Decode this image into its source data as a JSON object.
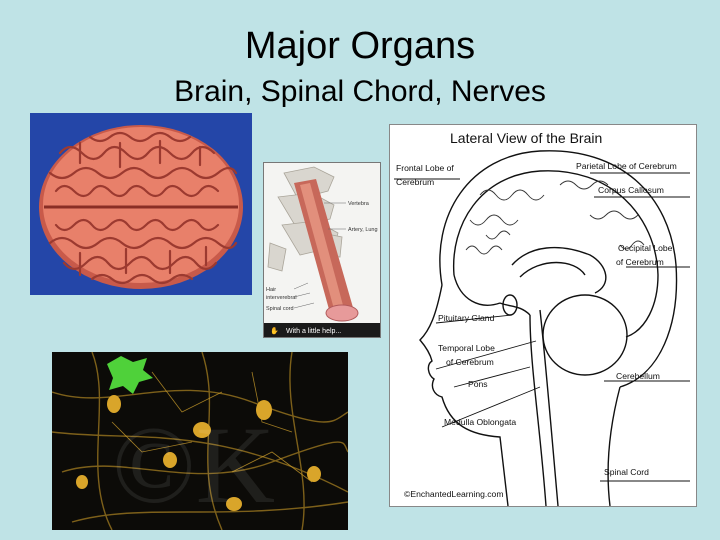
{
  "slide": {
    "title": "Major Organs",
    "subtitle": "Brain, Spinal Chord, Nerves"
  },
  "images": {
    "brain_photo": {
      "description_icon": "brain-photo"
    },
    "spine_illustration": {
      "labels": [
        "Vertebra",
        "Artery, Lung",
        "Hair",
        "interverebral",
        "Spinal cord"
      ],
      "caption": "With a little help..."
    },
    "neuron_photo": {
      "watermark": "©K"
    },
    "lateral_diagram": {
      "title": "Lateral View of the Brain",
      "labels": {
        "frontal": [
          "Frontal Lobe of",
          "Cerebrum"
        ],
        "parietal": "Parietal Lobe of Cerebrum",
        "corpus": "Corpus Callosum",
        "occipital": [
          "Occipital Lobe",
          "of Cerebrum"
        ],
        "pituitary": "Pituitary Gland",
        "temporal": [
          "Temporal Lobe",
          "of Cerebrum"
        ],
        "pons": "Pons",
        "cerebellum": "Cerebellum",
        "medulla": "Medulla Oblongata",
        "spinal": "Spinal Cord",
        "credit": "©EnchantedLearning.com"
      }
    }
  },
  "colors": {
    "background": "#bfe3e6",
    "brain_pink": "#e8806a",
    "brain_backdrop": "#2446a8",
    "neuron_gold": "#d9a52a",
    "neuron_green": "#4fd13a"
  }
}
